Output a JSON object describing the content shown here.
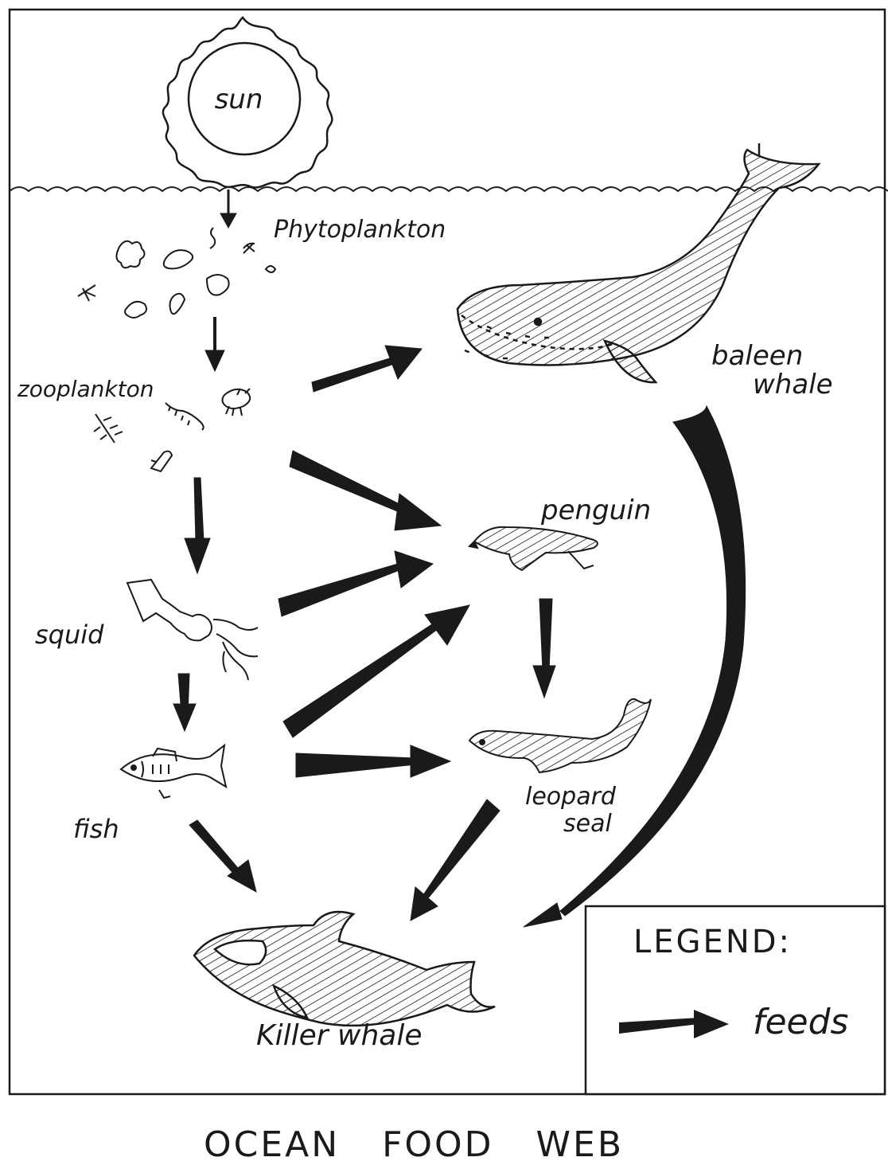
{
  "diagram": {
    "title": "OCEAN FOOD WEB",
    "nodes": {
      "sun": "sun",
      "phytoplankton": "Phytoplankton",
      "zooplankton": "zooplankton",
      "squid": "squid",
      "fish": "fish",
      "baleen_whale": [
        "baleen",
        "whale"
      ],
      "penguin": "penguin",
      "leopard_seal": [
        "leopard",
        "seal"
      ],
      "killer_whale": "Killer whale"
    },
    "legend": {
      "heading": "LEGEND:",
      "arrow_label": "feeds"
    },
    "edges": [
      {
        "from": "sun",
        "to": "phytoplankton"
      },
      {
        "from": "phytoplankton",
        "to": "zooplankton"
      },
      {
        "from": "zooplankton",
        "to": "baleen_whale"
      },
      {
        "from": "zooplankton",
        "to": "penguin"
      },
      {
        "from": "zooplankton",
        "to": "squid"
      },
      {
        "from": "squid",
        "to": "penguin"
      },
      {
        "from": "squid",
        "to": "fish"
      },
      {
        "from": "fish",
        "to": "penguin"
      },
      {
        "from": "fish",
        "to": "leopard_seal"
      },
      {
        "from": "fish",
        "to": "killer_whale"
      },
      {
        "from": "penguin",
        "to": "leopard_seal"
      },
      {
        "from": "leopard_seal",
        "to": "killer_whale"
      },
      {
        "from": "baleen_whale",
        "to": "killer_whale"
      }
    ]
  }
}
